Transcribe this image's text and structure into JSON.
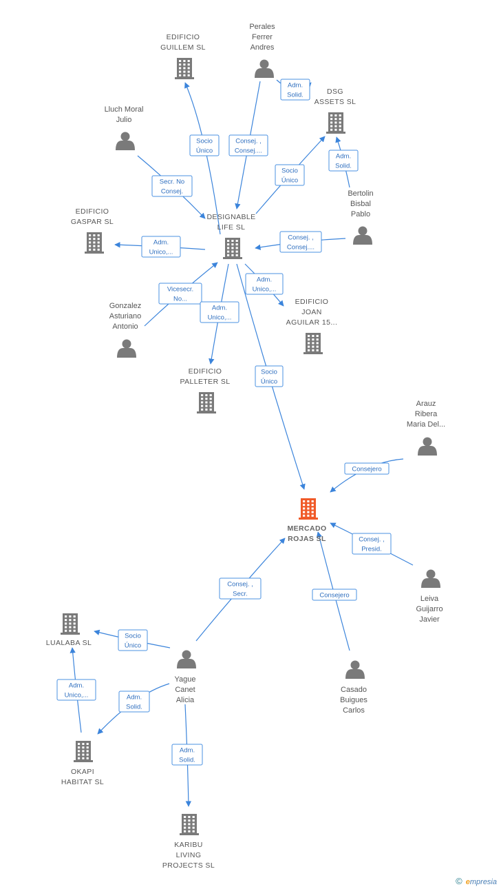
{
  "colors": {
    "edge": "#3b84db",
    "label_border": "#4a90e2",
    "label_text": "#2f6fbf",
    "company_icon": "#7a7a7a",
    "focus_company_icon": "#f05a28",
    "person_icon": "#7a7a7a"
  },
  "nodes": [
    {
      "id": "mercado",
      "type": "company",
      "focus": true,
      "lines": [
        "MERCADO",
        "ROJAS  SL"
      ]
    },
    {
      "id": "designable",
      "type": "company",
      "lines": [
        "DESIGNABLE",
        "LIFE  SL"
      ]
    },
    {
      "id": "guillem",
      "type": "company",
      "lines": [
        "EDIFICIO",
        "GUILLEM  SL"
      ]
    },
    {
      "id": "dsg",
      "type": "company",
      "lines": [
        "DSG",
        "ASSETS  SL"
      ]
    },
    {
      "id": "gaspar",
      "type": "company",
      "lines": [
        "EDIFICIO",
        "GASPAR  SL"
      ]
    },
    {
      "id": "joan",
      "type": "company",
      "lines": [
        "EDIFICIO",
        "JOAN",
        "AGUILAR 15..."
      ]
    },
    {
      "id": "palleter",
      "type": "company",
      "lines": [
        "EDIFICIO",
        "PALLETER  SL"
      ]
    },
    {
      "id": "lualaba",
      "type": "company",
      "lines": [
        "LUALABA  SL"
      ]
    },
    {
      "id": "okapi",
      "type": "company",
      "lines": [
        "OKAPI",
        "HABITAT  SL"
      ]
    },
    {
      "id": "karibu",
      "type": "company",
      "lines": [
        "KARIBU",
        "LIVING",
        "PROJECTS  SL"
      ]
    },
    {
      "id": "perales",
      "type": "person",
      "lines": [
        "Perales",
        "Ferrer",
        "Andres"
      ]
    },
    {
      "id": "lluch",
      "type": "person",
      "lines": [
        "Lluch Moral",
        "Julio"
      ]
    },
    {
      "id": "bertolin",
      "type": "person",
      "lines": [
        "Bertolin",
        "Bisbal",
        "Pablo"
      ]
    },
    {
      "id": "gonzalez",
      "type": "person",
      "lines": [
        "Gonzalez",
        "Asturiano",
        "Antonio"
      ]
    },
    {
      "id": "arauz",
      "type": "person",
      "lines": [
        "Arauz",
        "Ribera",
        "Maria Del..."
      ]
    },
    {
      "id": "leiva",
      "type": "person",
      "lines": [
        "Leiva",
        "Guijarro",
        "Javier"
      ]
    },
    {
      "id": "casado",
      "type": "person",
      "lines": [
        "Casado",
        "Buigues",
        "Carlos"
      ]
    },
    {
      "id": "yague",
      "type": "person",
      "lines": [
        "Yague",
        "Canet",
        "Alicia"
      ]
    }
  ],
  "edges": [
    {
      "id": "designable-guillem",
      "from": "designable",
      "to": "guillem",
      "label": [
        "Socio",
        "Único"
      ]
    },
    {
      "id": "perales-designable",
      "from": "perales",
      "to": "designable",
      "label": [
        "Consej. ,",
        "Consej...."
      ]
    },
    {
      "id": "perales-dsg",
      "from": "perales",
      "to": "dsg",
      "label": [
        "Adm.",
        "Solid."
      ]
    },
    {
      "id": "designable-dsg",
      "from": "designable",
      "to": "dsg",
      "label": [
        "Socio",
        "Único"
      ]
    },
    {
      "id": "bertolin-dsg",
      "from": "bertolin",
      "to": "dsg",
      "label": [
        "Adm.",
        "Solid."
      ]
    },
    {
      "id": "lluch-designable",
      "from": "lluch",
      "to": "designable",
      "label": [
        "Secr.  No",
        "Consej."
      ]
    },
    {
      "id": "designable-gaspar",
      "from": "designable",
      "to": "gaspar",
      "label": [
        "Adm.",
        "Unico,..."
      ]
    },
    {
      "id": "bertolin-designable",
      "from": "bertolin",
      "to": "designable",
      "label": [
        "Consej. ,",
        "Consej...."
      ]
    },
    {
      "id": "gonzalez-designable",
      "from": "gonzalez",
      "to": "designable",
      "label": [
        "Vicesecr.",
        "No..."
      ]
    },
    {
      "id": "designable-palleter",
      "from": "designable",
      "to": "palleter",
      "label": [
        "Adm.",
        "Unico,..."
      ]
    },
    {
      "id": "designable-joan",
      "from": "designable",
      "to": "joan",
      "label": [
        "Adm.",
        "Unico,..."
      ]
    },
    {
      "id": "designable-mercado",
      "from": "designable",
      "to": "mercado",
      "label": [
        "Socio",
        "Único"
      ]
    },
    {
      "id": "arauz-mercado",
      "from": "arauz",
      "to": "mercado",
      "label": [
        "Consejero"
      ]
    },
    {
      "id": "leiva-mercado",
      "from": "leiva",
      "to": "mercado",
      "label": [
        "Consej. ,",
        "Presid."
      ]
    },
    {
      "id": "casado-mercado",
      "from": "casado",
      "to": "mercado",
      "label": [
        "Consejero"
      ]
    },
    {
      "id": "yague-mercado",
      "from": "yague",
      "to": "mercado",
      "label": [
        "Consej. ,",
        "Secr."
      ]
    },
    {
      "id": "yague-lualaba",
      "from": "yague",
      "to": "lualaba",
      "label": [
        "Socio",
        "Único"
      ]
    },
    {
      "id": "okapi-lualaba",
      "from": "okapi",
      "to": "lualaba",
      "label": [
        "Adm.",
        "Unico,..."
      ]
    },
    {
      "id": "yague-okapi",
      "from": "yague",
      "to": "okapi",
      "label": [
        "Adm.",
        "Solid."
      ]
    },
    {
      "id": "yague-karibu",
      "from": "yague",
      "to": "karibu",
      "label": [
        "Adm.",
        "Solid."
      ]
    }
  ],
  "footer": {
    "copyright": "©",
    "brand_first": "e",
    "brand_rest": "mpresia"
  }
}
